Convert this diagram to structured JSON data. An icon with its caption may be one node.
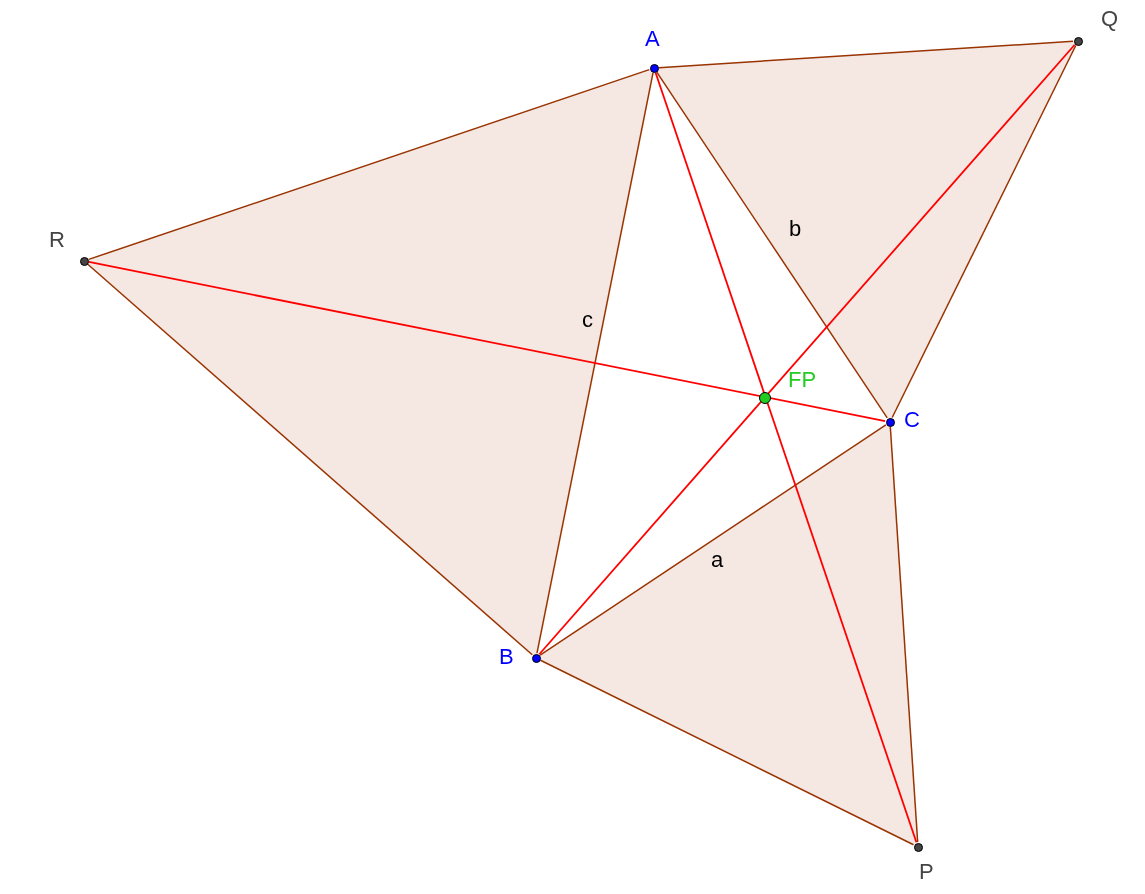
{
  "diagram": {
    "nodes": [
      {
        "text": [],
        "shape": "circle",
        "beside": [
          "A"
        ]
      },
      {
        "text": [],
        "shape": "circle",
        "beside": [
          "B"
        ]
      },
      {
        "text": [],
        "shape": "circle",
        "beside": [
          "C"
        ]
      },
      {
        "text": [],
        "shape": "circle",
        "beside": [
          "P"
        ]
      },
      {
        "text": [],
        "shape": "circle",
        "beside": [
          "Q"
        ]
      },
      {
        "text": [],
        "shape": "circle",
        "beside": [
          "R"
        ]
      },
      {
        "text": [],
        "shape": "circle",
        "beside": [
          "FP"
        ]
      }
    ],
    "edges": [
      {
        "from": 0,
        "to": 1,
        "arrow": "none",
        "label": "c"
      },
      {
        "from": 1,
        "to": 2,
        "arrow": "none",
        "label": "a"
      },
      {
        "from": 2,
        "to": 0,
        "arrow": "none",
        "label": "b"
      },
      {
        "from": 0,
        "to": 4,
        "arrow": "none"
      },
      {
        "from": 4,
        "to": 2,
        "arrow": "none"
      },
      {
        "from": 0,
        "to": 5,
        "arrow": "none"
      },
      {
        "from": 5,
        "to": 1,
        "arrow": "none"
      },
      {
        "from": 1,
        "to": 3,
        "arrow": "none"
      },
      {
        "from": 3,
        "to": 2,
        "arrow": "none"
      },
      {
        "from": 5,
        "to": 2,
        "arrow": "none",
        "color": "#ff0000"
      },
      {
        "from": 4,
        "to": 1,
        "arrow": "none",
        "color": "#ff0000"
      },
      {
        "from": 0,
        "to": 3,
        "arrow": "none",
        "color": "#ff0000"
      }
    ]
  }
}
